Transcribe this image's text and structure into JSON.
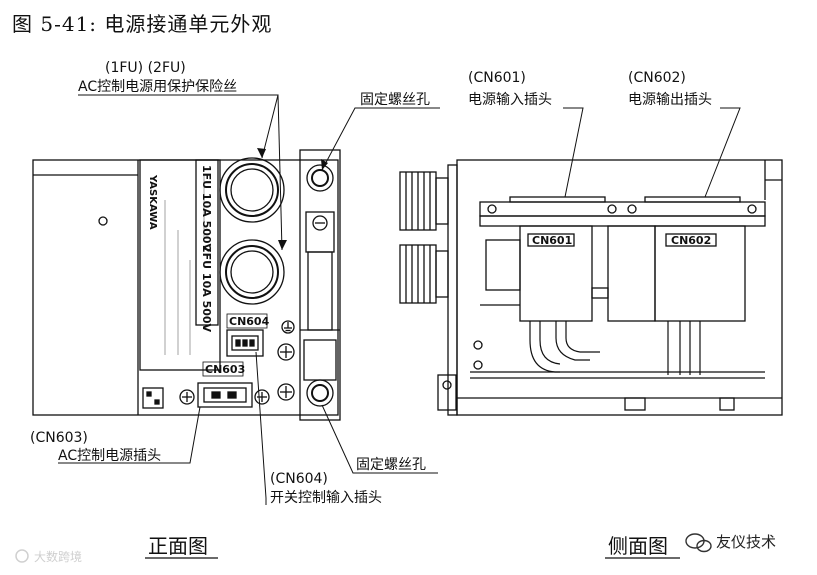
{
  "figure": {
    "title": "图 5-41: 电源接通单元外观"
  },
  "labels": {
    "fuse_line1": "(1FU) (2FU)",
    "fuse_line2": "AC控制电源用保护保险丝",
    "screw_top": "固定螺丝孔",
    "cn601_line1": "(CN601)",
    "cn601_line2": "电源输入插头",
    "cn602_line1": "(CN602)",
    "cn602_line2": "电源输出插头",
    "cn603_line1": "(CN603)",
    "cn603_line2": "AC控制电源插头",
    "cn604_line1": "(CN604)",
    "cn604_line2": "开关控制输入插头",
    "screw_bottom": "固定螺丝孔"
  },
  "component_marks": {
    "cn604": "CN604",
    "cn603": "CN603",
    "cn601": "CN601",
    "cn602": "CN602",
    "fuse1": "1FU 10A 500V",
    "fuse2": "2FU 10A 500V",
    "maker": "YASKAWA"
  },
  "views": {
    "front": "正面图",
    "side": "侧面图"
  },
  "watermark": {
    "left": "大数跨境",
    "right": "友仪技术"
  }
}
